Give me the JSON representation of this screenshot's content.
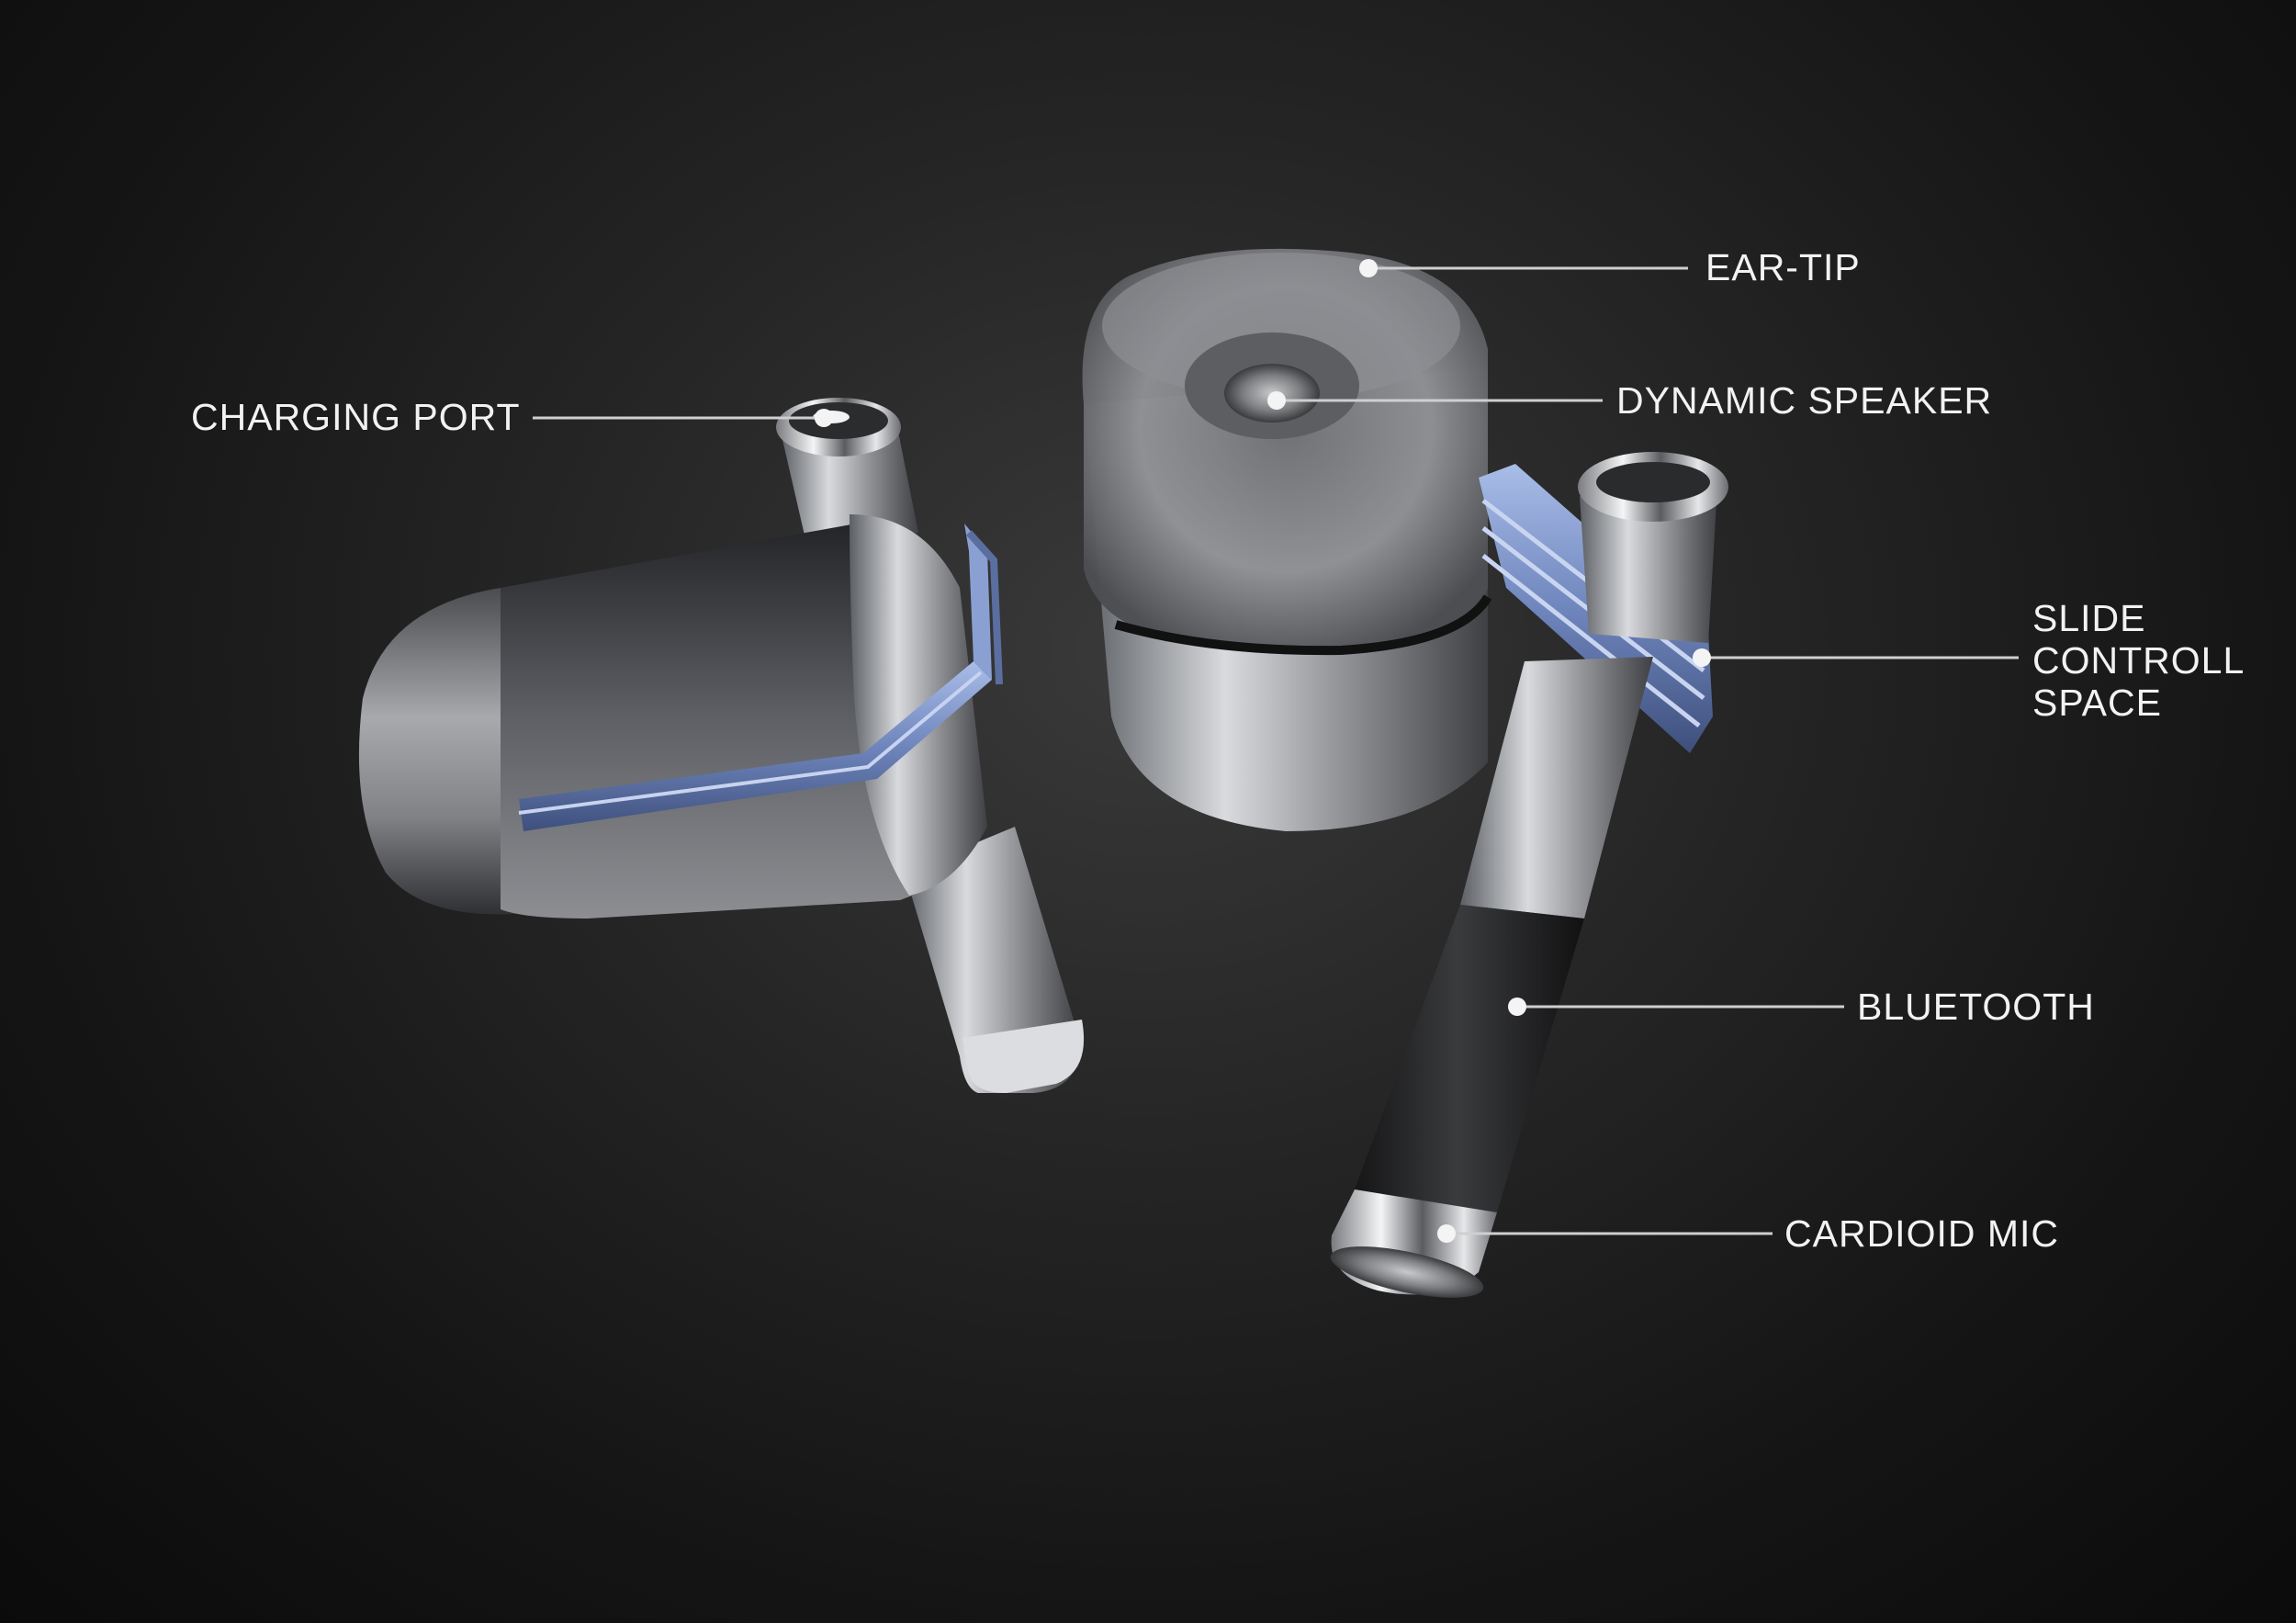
{
  "colors": {
    "background": "#1a1a1a",
    "accent_blue": "#7f96c9",
    "metal": "#b9bcc1",
    "label_text": "#f2f2f2",
    "leader_line": "#cfcfcf"
  },
  "callouts": {
    "charging_port": {
      "label": "CHARGING PORT"
    },
    "ear_tip": {
      "label": "EAR-TIP"
    },
    "dynamic_speaker": {
      "label": "DYNAMIC SPEAKER"
    },
    "slide_control": {
      "lines": [
        "SLIDE",
        "CONTROLL",
        "SPACE"
      ]
    },
    "bluetooth": {
      "label": "BLUETOOTH"
    },
    "cardioid_mic": {
      "label": "CARDIOID MIC"
    }
  }
}
